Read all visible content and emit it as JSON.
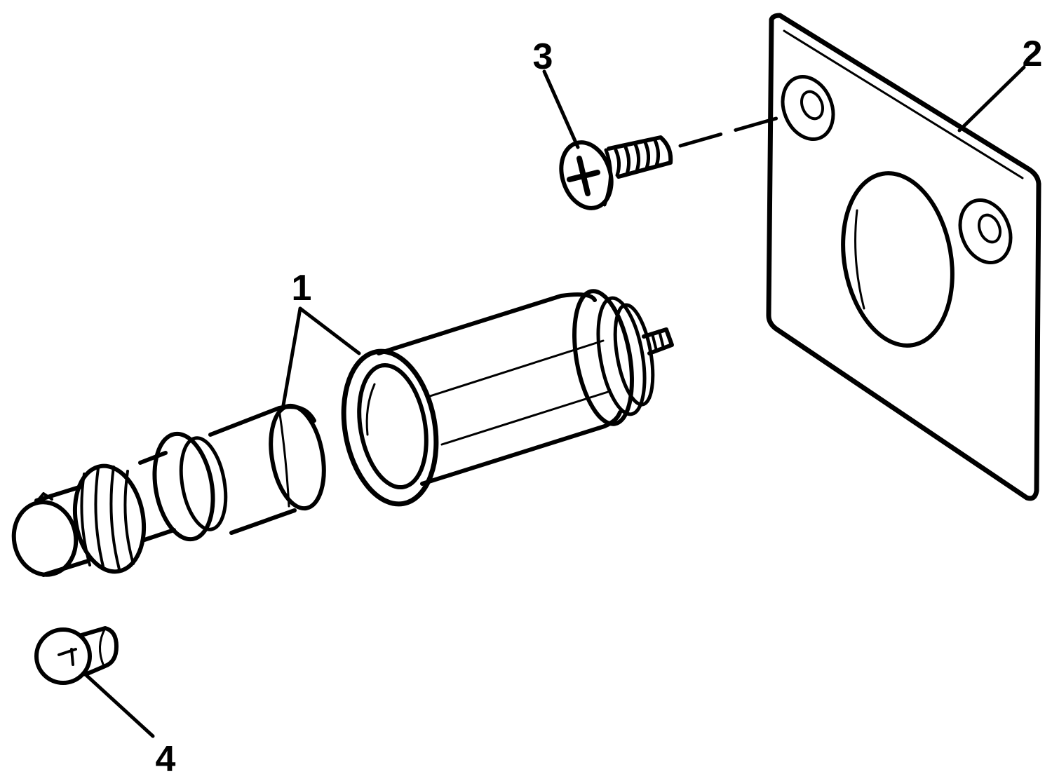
{
  "diagram": {
    "callouts": [
      {
        "id": "1",
        "label": "1"
      },
      {
        "id": "2",
        "label": "2"
      },
      {
        "id": "3",
        "label": "3"
      },
      {
        "id": "4",
        "label": "4"
      }
    ]
  },
  "colors": {
    "ink": "#000000",
    "background": "#ffffff"
  }
}
